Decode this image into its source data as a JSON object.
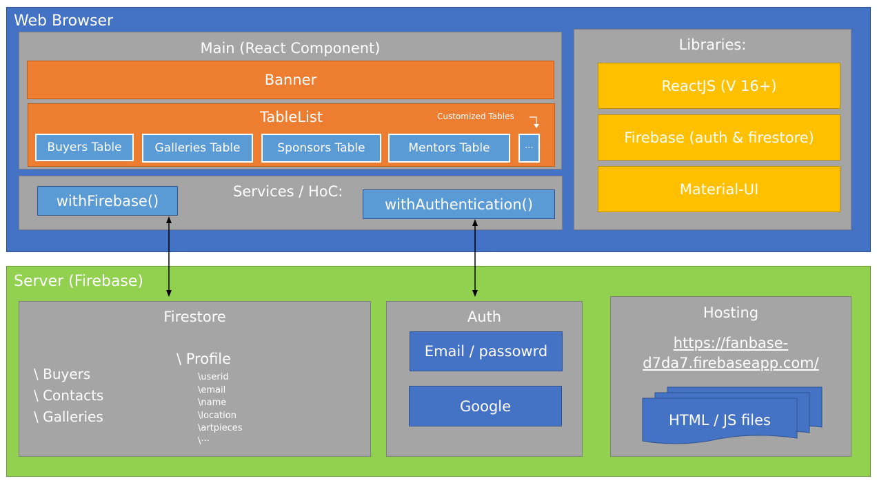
{
  "browser": {
    "title": "Web Browser",
    "main": {
      "title": "Main (React Component)",
      "banner": "Banner",
      "tablelist": {
        "title": "TableList",
        "customized_label": "Customized Tables",
        "tables": [
          "Buyers Table",
          "Galleries Table",
          "Sponsors Table",
          "Mentors Table",
          "···"
        ]
      }
    },
    "services": {
      "title": "Services / HoC:",
      "with_firebase": "withFirebase()",
      "with_authentication": "withAuthentication()"
    },
    "libraries": {
      "title": "Libraries:",
      "items": [
        "ReactJS (V 16+)",
        "Firebase (auth & firestore)",
        "Material-UI"
      ]
    }
  },
  "server": {
    "title": "Server (Firebase)",
    "firestore": {
      "title": "Firestore",
      "collections": [
        "\\ Buyers",
        "\\ Contacts",
        "\\ Galleries"
      ],
      "profile": "\\ Profile",
      "profile_fields": [
        "\\userid",
        "\\email",
        "\\name",
        "\\location",
        "\\artpieces",
        "\\···"
      ]
    },
    "auth": {
      "title": "Auth",
      "methods": [
        "Email / passowrd",
        "Google"
      ]
    },
    "hosting": {
      "title": "Hosting",
      "url_line1": "https://fanbase-",
      "url_line2": "d7da7.firebaseapp.com/",
      "files": "HTML / JS files"
    }
  },
  "colors": {
    "browser_bg": "#4472c4",
    "server_bg": "#92d050",
    "panel_gray": "#a5a5a5",
    "orange": "#ed7d31",
    "yellow": "#ffc000",
    "light_blue": "#5b9bd5"
  }
}
